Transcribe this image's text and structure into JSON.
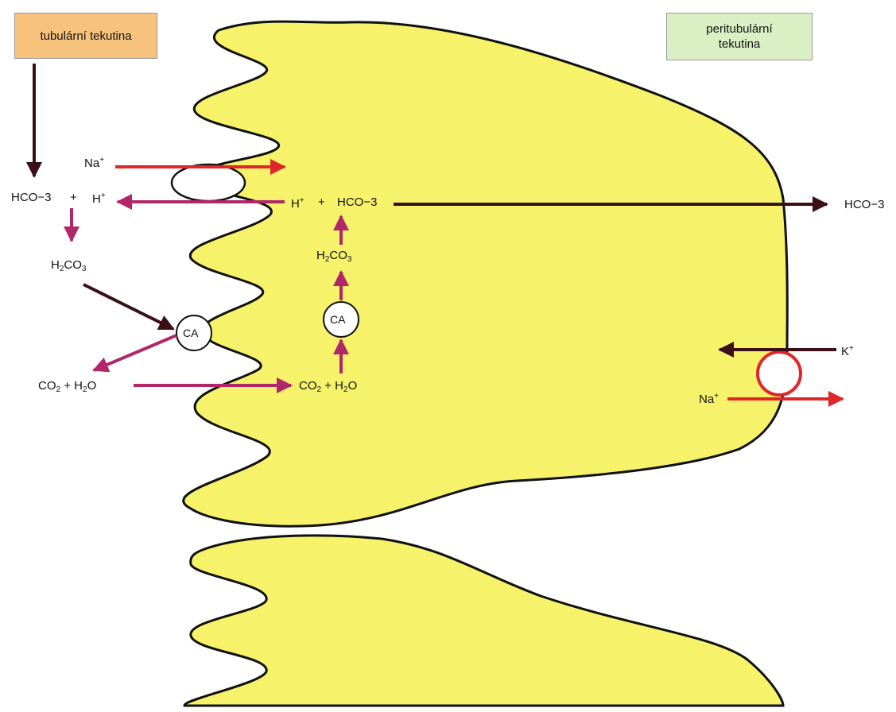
{
  "labels": {
    "tubular_fluid": "tubulární tekutina",
    "peritubular_fluid_line1": "peritubulární",
    "peritubular_fluid_line2": "tekutina",
    "na_top": "Na",
    "hco3_left": "HCO",
    "plus_left": "+",
    "h_left": "H",
    "h2co3_left_pre": "H",
    "h2co3_left_mid": "CO",
    "ca_left": "CA",
    "co2_left_pre": "CO",
    "co2_left_mid": " + H",
    "co2_left_end": "O",
    "h_mid": "H",
    "plus_mid": "+",
    "hco3_mid": "HCO",
    "h2co3_mid_pre": "H",
    "h2co3_mid_mid": "CO",
    "ca_mid": "CA",
    "co2_mid_pre": "CO",
    "co2_mid_mid": " + H",
    "co2_mid_end": "O",
    "hco3_right": "HCO",
    "k_right": "K",
    "na_right": "Na",
    "sup_plus": "+",
    "sup_minus": "−",
    "sub_2": "2",
    "sub_3": "3"
  },
  "colors": {
    "cell": "#f6f26a",
    "membrane": "#111111",
    "arrow_black": "#3a0f18",
    "arrow_magenta": "#b0286a",
    "arrow_red": "#e0262a",
    "pump": "#e0262a"
  }
}
